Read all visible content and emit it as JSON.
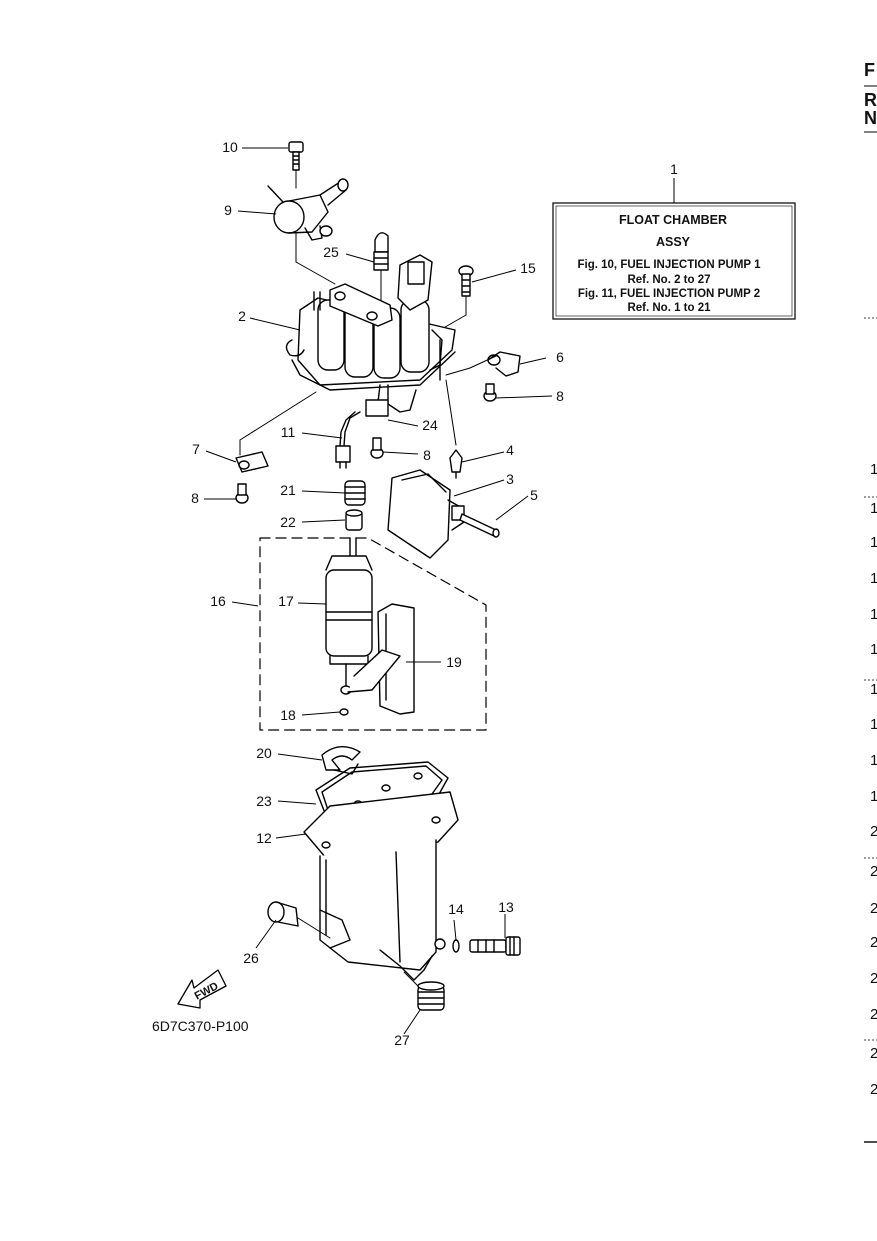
{
  "title_box": {
    "ref": "1",
    "line1": "FLOAT CHAMBER",
    "line2": "ASSY",
    "line3": "Fig. 10, FUEL INJECTION PUMP 1",
    "line4": "Ref. No. 2 to 27",
    "line5": "Fig. 11, FUEL INJECTION PUMP 2",
    "line6": "Ref. No. 1 to 21"
  },
  "callouts": {
    "c2": "2",
    "c3": "3",
    "c4": "4",
    "c5": "5",
    "c6": "6",
    "c7": "7",
    "c8a": "8",
    "c8b": "8",
    "c8c": "8",
    "c9": "9",
    "c10": "10",
    "c11": "11",
    "c12": "12",
    "c13": "13",
    "c14": "14",
    "c15": "15",
    "c16": "16",
    "c17": "17",
    "c18": "18",
    "c19": "19",
    "c20": "20",
    "c21": "21",
    "c22": "22",
    "c23": "23",
    "c24": "24",
    "c25": "25",
    "c26": "26",
    "c27": "27"
  },
  "fwd_label": "FWD",
  "drawing_code": "6D7C370-P100",
  "right_edge": {
    "head1": "F",
    "head2": "R",
    "head3": "N",
    "rows": [
      "1",
      "1",
      "1",
      "1",
      "1",
      "1",
      "1",
      "1",
      "1",
      "1",
      "2",
      "2",
      "2",
      "2",
      "2",
      "2",
      "2",
      "2"
    ]
  }
}
